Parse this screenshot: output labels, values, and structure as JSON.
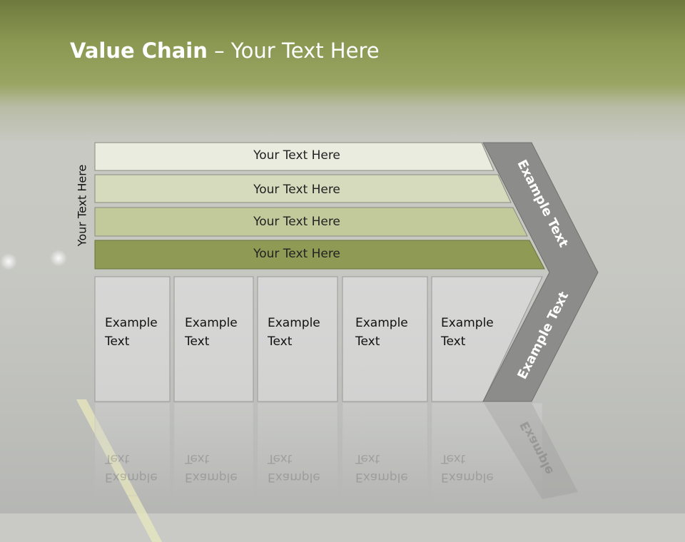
{
  "slide": {
    "title_bold": "Value Chain",
    "title_rest": " – Your Text Here",
    "side_label": "Your Text Here"
  },
  "rows": [
    {
      "label": "Your Text Here",
      "color": "#eaece0"
    },
    {
      "label": "Your Text Here",
      "color": "#d6dbbd"
    },
    {
      "label": "Your Text Here",
      "color": "#c2c99b"
    },
    {
      "label": "Your Text Here",
      "color": "#8f9a55"
    }
  ],
  "cells": [
    {
      "line1": "Example",
      "line2": "Text"
    },
    {
      "line1": "Example",
      "line2": "Text"
    },
    {
      "line1": "Example",
      "line2": "Text"
    },
    {
      "line1": "Example",
      "line2": "Text"
    },
    {
      "line1": "Example",
      "line2": "Text"
    }
  ],
  "chevron": {
    "top_label": "Example Text",
    "bottom_label": "Example Text",
    "color": "#8c8d8a"
  },
  "reflection": {
    "cell_line1": "Example",
    "cell_line2": "Text",
    "chevron_label": "Example"
  }
}
